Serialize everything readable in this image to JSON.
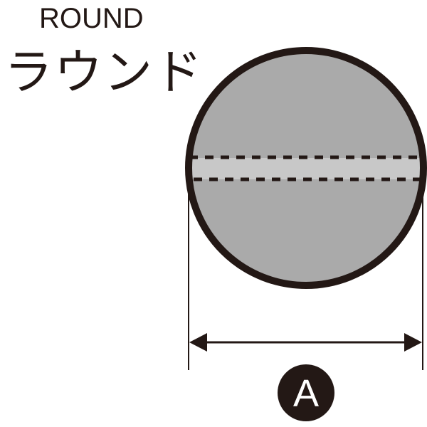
{
  "title": {
    "english": "ROUND",
    "japanese": "ラウンド"
  },
  "diagram": {
    "shape": "round",
    "dimension_label": "A",
    "colors": {
      "outline": "#231815",
      "fill": "#aaaaaa",
      "band": "#c8c8c8",
      "background": "#ffffff"
    }
  }
}
